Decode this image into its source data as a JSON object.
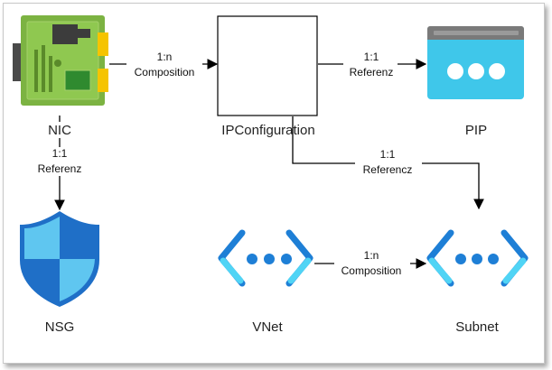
{
  "nodes": {
    "nic": {
      "label": "NIC",
      "icon": "network-card-icon"
    },
    "ipconfiguration": {
      "label": "IPConfiguration",
      "icon": "box"
    },
    "pip": {
      "label": "PIP",
      "icon": "public-ip-icon"
    },
    "nsg": {
      "label": "NSG",
      "icon": "shield-icon"
    },
    "vnet": {
      "label": "VNet",
      "icon": "virtual-network-icon"
    },
    "subnet": {
      "label": "Subnet",
      "icon": "subnet-icon"
    }
  },
  "edges": {
    "nic_ipconfig": {
      "cardinality": "1:n",
      "type": "Composition"
    },
    "ipconfig_pip": {
      "cardinality": "1:1",
      "type": "Referenz"
    },
    "nic_nsg": {
      "cardinality": "1:1",
      "type": "Referenz"
    },
    "ipconfig_subnet": {
      "cardinality": "1:1",
      "type": "Referencz"
    },
    "vnet_subnet": {
      "cardinality": "1:n",
      "type": "Composition"
    }
  },
  "colors": {
    "edge": "#000000",
    "nic_board": "#7cb342",
    "nic_board_light": "#a5d06b",
    "nic_connector": "#f5c400",
    "nic_chip": "#3c3c3c",
    "pip_body": "#3fc7ea",
    "pip_bar": "#7a7a7a",
    "shield_dark": "#1f6fc7",
    "shield_light": "#5fc6f0",
    "vnet_bracket_dark": "#1e7fd6",
    "vnet_bracket_light": "#50d4f5",
    "vnet_dot": "#1e7fd6"
  }
}
